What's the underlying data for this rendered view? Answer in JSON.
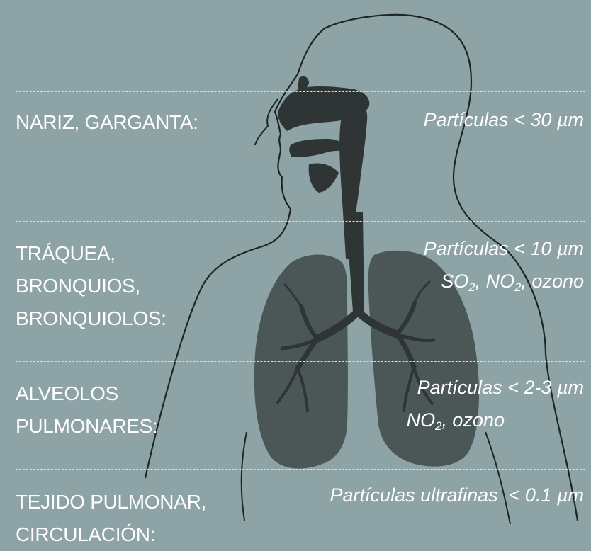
{
  "colors": {
    "background": "#8da3a6",
    "airway": "#2f3434",
    "lung": "#4b5656",
    "outline": "#1f2424",
    "text": "#ffffff",
    "divider": "#d9e3e4"
  },
  "zones": [
    {
      "label_lines": [
        "NARIZ, GARGANTA:"
      ],
      "particles": "Partículas < 30 µm",
      "gases": []
    },
    {
      "label_lines": [
        "TRÁQUEA,",
        "BRONQUIOS,",
        "BRONQUIOLOS:"
      ],
      "particles": "Partículas < 10 µm",
      "gases": [
        "SO",
        "2",
        ", NO",
        "2",
        ", ozono"
      ]
    },
    {
      "label_lines": [
        "ALVEOLOS",
        "PULMONARES:"
      ],
      "particles": "Partículas < 2-3 µm",
      "gases": [
        "NO",
        "2",
        ", ozono"
      ]
    },
    {
      "label_lines": [
        "TEJIDO PULMONAR,",
        "CIRCULACIÓN:"
      ],
      "particles": "Partículas ultrafinas  < 0.1 µm",
      "gases": []
    }
  ]
}
